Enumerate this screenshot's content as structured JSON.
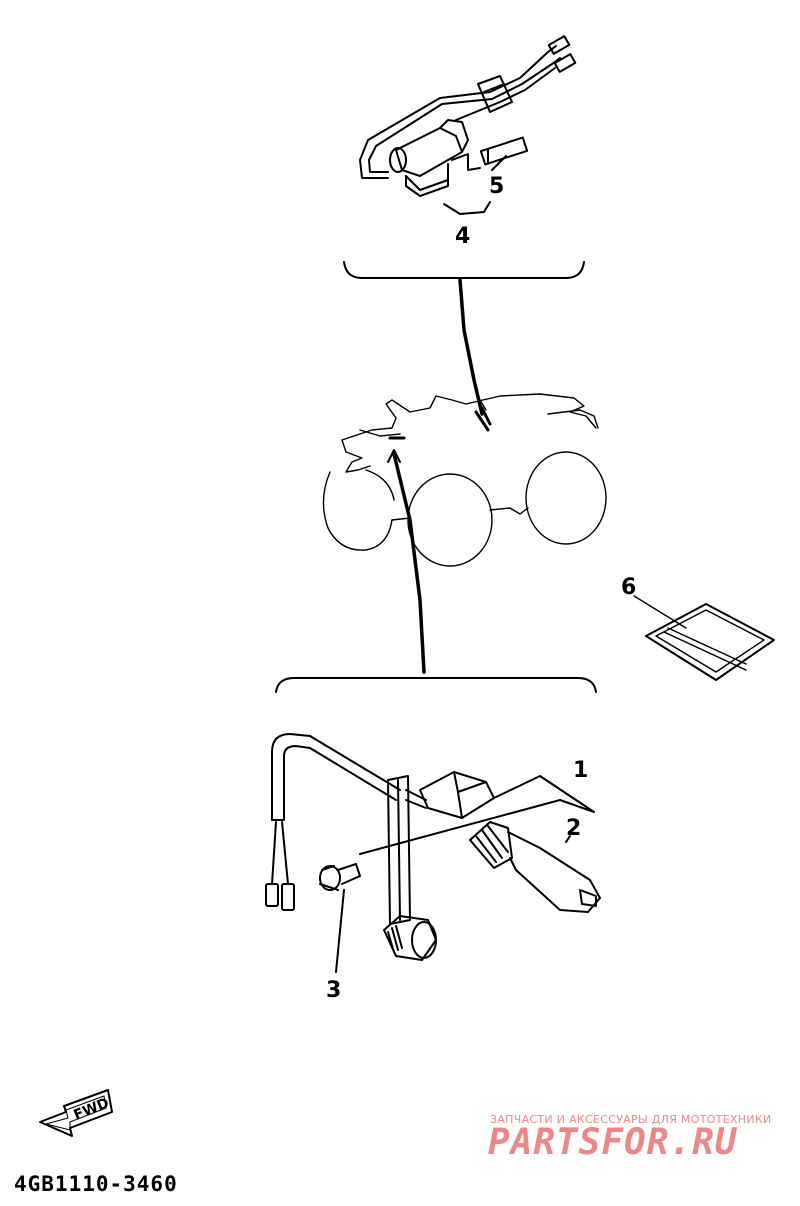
{
  "callouts": {
    "c1": "1",
    "c2": "2",
    "c3": "3",
    "c4": "4",
    "c5": "5",
    "c6": "6"
  },
  "fwd_label": "FWD",
  "part_code": "4GB1110-3460",
  "watermark": {
    "line1": "ЗАПЧАСТИ И АКСЕССУАРЫ ДЛЯ МОТОТЕХНИКИ",
    "line2": "PARTSFOR.RU"
  }
}
